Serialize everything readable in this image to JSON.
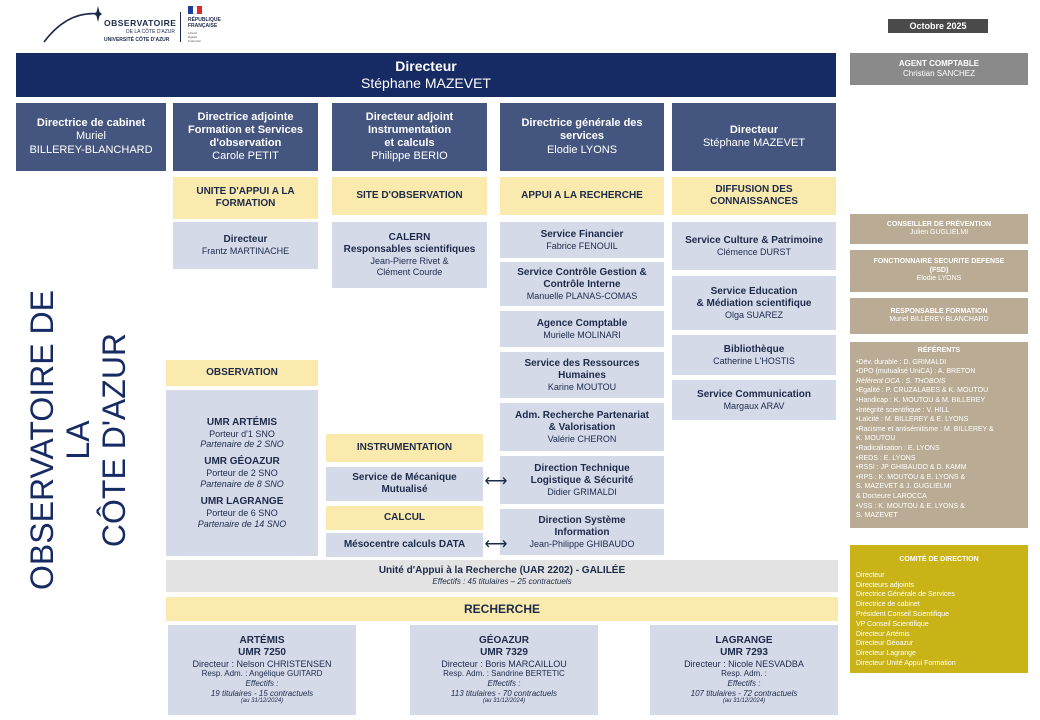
{
  "logo": {
    "name": "OBSERVATOIRE",
    "sub": "DE LA CÔTE D'AZUR",
    "university": "UNIVERSITÉ CÔTE D'AZUR",
    "republic_1": "RÉPUBLIQUE",
    "republic_2": "FRANÇAISE",
    "motto_1": "Liberté",
    "motto_2": "Égalité",
    "motto_3": "Fraternité"
  },
  "date_badge": "Octobre 2025",
  "vertical_title_1": "OBSERVATOIRE DE LA",
  "vertical_title_2": "CÔTE D'AZUR",
  "director": {
    "title": "Directeur",
    "name": "Stéphane MAZEVET"
  },
  "agent_comptable": {
    "title": "AGENT COMPTABLE",
    "name": "Christian SANCHEZ"
  },
  "top_boxes": [
    {
      "title": "Directrice de cabinet",
      "name_1": "Muriel",
      "name_2": "BILLEREY-BLANCHARD"
    },
    {
      "title_1": "Directrice adjointe",
      "title_2": "Formation et Services",
      "title_3": "d'observation",
      "name": "Carole PETIT"
    },
    {
      "title_1": "Directeur adjoint",
      "title_2": "Instrumentation",
      "title_3": "et calculs",
      "name": "Philippe BERIO"
    },
    {
      "title_1": "Directrice générale des",
      "title_2": "services",
      "name": "Elodie LYONS"
    },
    {
      "title": "Directeur",
      "name": "Stéphane MAZEVET"
    }
  ],
  "sections": {
    "formation": {
      "l1": "UNITE D'APPUI A LA",
      "l2": "FORMATION"
    },
    "site": "SITE D'OBSERVATION",
    "appui": "APPUI A LA RECHERCHE",
    "diffusion": {
      "l1": "DIFFUSION DES",
      "l2": "CONNAISSANCES"
    },
    "observation": "OBSERVATION",
    "instrumentation": "INSTRUMENTATION",
    "calcul": "CALCUL",
    "recherche": "RECHERCHE"
  },
  "formation_director": {
    "title": "Directeur",
    "name": "Frantz MARTINACHE"
  },
  "calern": {
    "title_1": "CALERN",
    "title_2": "Responsables scientifiques",
    "name_1": "Jean-Pierre Rivet &",
    "name_2": "Clément Courde"
  },
  "appui_services": [
    {
      "t1": "Service Financier",
      "t2": "",
      "name": "Fabrice FENOUIL"
    },
    {
      "t1": "Service Contrôle Gestion &",
      "t2": "Contrôle Interne",
      "name": "Manuelle PLANAS-COMAS"
    },
    {
      "t1": "Agence Comptable",
      "t2": "",
      "name": "Murielle MOLINARI"
    },
    {
      "t1": "Service des Ressources",
      "t2": "Humaines",
      "name": "Karine MOUTOU"
    },
    {
      "t1": "Adm. Recherche Partenariat",
      "t2": "& Valorisation",
      "name": "Valérie CHERON"
    },
    {
      "t1": "Direction Technique",
      "t2": "Logistique & Sécurité",
      "name": "Didier GRIMALDI"
    },
    {
      "t1": "Direction Système",
      "t2": "Information",
      "name": "Jean-Philippe GHIBAUDO"
    }
  ],
  "diffusion_services": [
    {
      "t1": "Service Culture & Patrimoine",
      "t2": "",
      "name": "Clémence DURST"
    },
    {
      "t1": "Service Education",
      "t2": "& Médiation scientifique",
      "name": "Olga SUAREZ"
    },
    {
      "t1": "Bibliothèque",
      "t2": "",
      "name": "Catherine L'HOSTIS"
    },
    {
      "t1": "Service Communication",
      "t2": "",
      "name": "Margaux ARAV"
    }
  ],
  "observation_umrs": [
    {
      "name": "UMR ARTÉMIS",
      "porteur": "Porteur d'1 SNO",
      "partenaire": "Partenaire de 2 SNO"
    },
    {
      "name": "UMR GÉOAZUR",
      "porteur": "Porteur de 2 SNO",
      "partenaire": "Partenaire de 8 SNO"
    },
    {
      "name": "UMR LAGRANGE",
      "porteur": "Porteur de 6 SNO",
      "partenaire": "Partenaire de 14 SNO"
    }
  ],
  "mecanique": {
    "l1": "Service de Mécanique",
    "l2": "Mutualisé"
  },
  "mesocentre": "Mésocentre calculs DATA",
  "arrow_glyph": "⟷",
  "uar": {
    "title": "Unité d'Appui à la Recherche (UAR 2202) - GALILÉE",
    "effectifs": "Effectifs : 45 titulaires – 25 contractuels"
  },
  "labs": [
    {
      "name": "ARTÉMIS",
      "umr": "UMR 7250",
      "director": "Directeur : Nelson CHRISTENSEN",
      "resp": "Resp. Adm. : Angélique GUITARD",
      "eff_label": "Effectifs :",
      "eff": "19 titulaires - 15 contractuels",
      "date": "(au 31/12/2024)"
    },
    {
      "name": "GÉOAZUR",
      "umr": "UMR 7329",
      "director": "Directeur : Boris MARCAILLOU",
      "resp": "Resp. Adm. : Sandrine BERTETIC",
      "eff_label": "Effectifs :",
      "eff": "113 titulaires - 70 contractuels",
      "date": "(au 31/12/2024)"
    },
    {
      "name": "LAGRANGE",
      "umr": "UMR 7293",
      "director": "Directeur : Nicole NESVADBA",
      "resp": "Resp. Adm. :",
      "eff_label": "Effectifs :",
      "eff": "107 titulaires - 72 contractuels",
      "date": "(au 31/12/2024)"
    }
  ],
  "right_panels": {
    "prevention": {
      "title": "CONSEILLER DE PRÉVENTION",
      "name": "Julien GUGLIELMI"
    },
    "fsd": {
      "title_1": "FONCTIONNAIRE SECURITE DEFENSE",
      "title_2": "(FSD)",
      "name": "Elodie LYONS"
    },
    "formation": {
      "title": "RESPONSABLE FORMATION",
      "name": "Muriel BILLEREY-BLANCHARD"
    },
    "referents": {
      "title": "RÉFÉRENTS",
      "lines": [
        "•Dév. durable : D. GRIMALDI",
        "•DPO (mutualisé UniCA) : A. BRETON",
        "Référent OCA : S. THOBOIS",
        "•Egalité : P. CRUZALABES & K. MOUTOU",
        "•Handicap : K. MOUTOU & M. BILLEREY",
        "•Intégrité scientifique : V. HILL",
        "•Laïcité : M. BILLEREY & E. LYONS",
        "•Racisme et antisémitisme : M. BILLEREY &",
        "K. MOUTOU",
        "•Radicalisation : E. LYONS",
        "•REDS : E. LYONS",
        "•RSSI : JP GHIBAUDO & D. KAMM",
        "•RPS : K. MOUTOU & E. LYONS &",
        "S. MAZEVET & J. GUGLIELMI",
        "& Docteure LAROCCA",
        "•VSS : K. MOUTOU & E. LYONS &",
        "S. MAZEVET"
      ]
    },
    "comite": {
      "title": "COMITÉ DE DIRECTION",
      "lines": [
        "Directeur",
        "Directeurs adjoints",
        "Directrice Générale de Services",
        "Directrice de cabinet",
        "Président Conseil Scientifique",
        "VP Conseil Scientifique",
        "Directeur Artémis",
        "Directeur Géoazur",
        "Directeur Lagrange",
        "Directeur Unité Appui Formation"
      ]
    }
  }
}
